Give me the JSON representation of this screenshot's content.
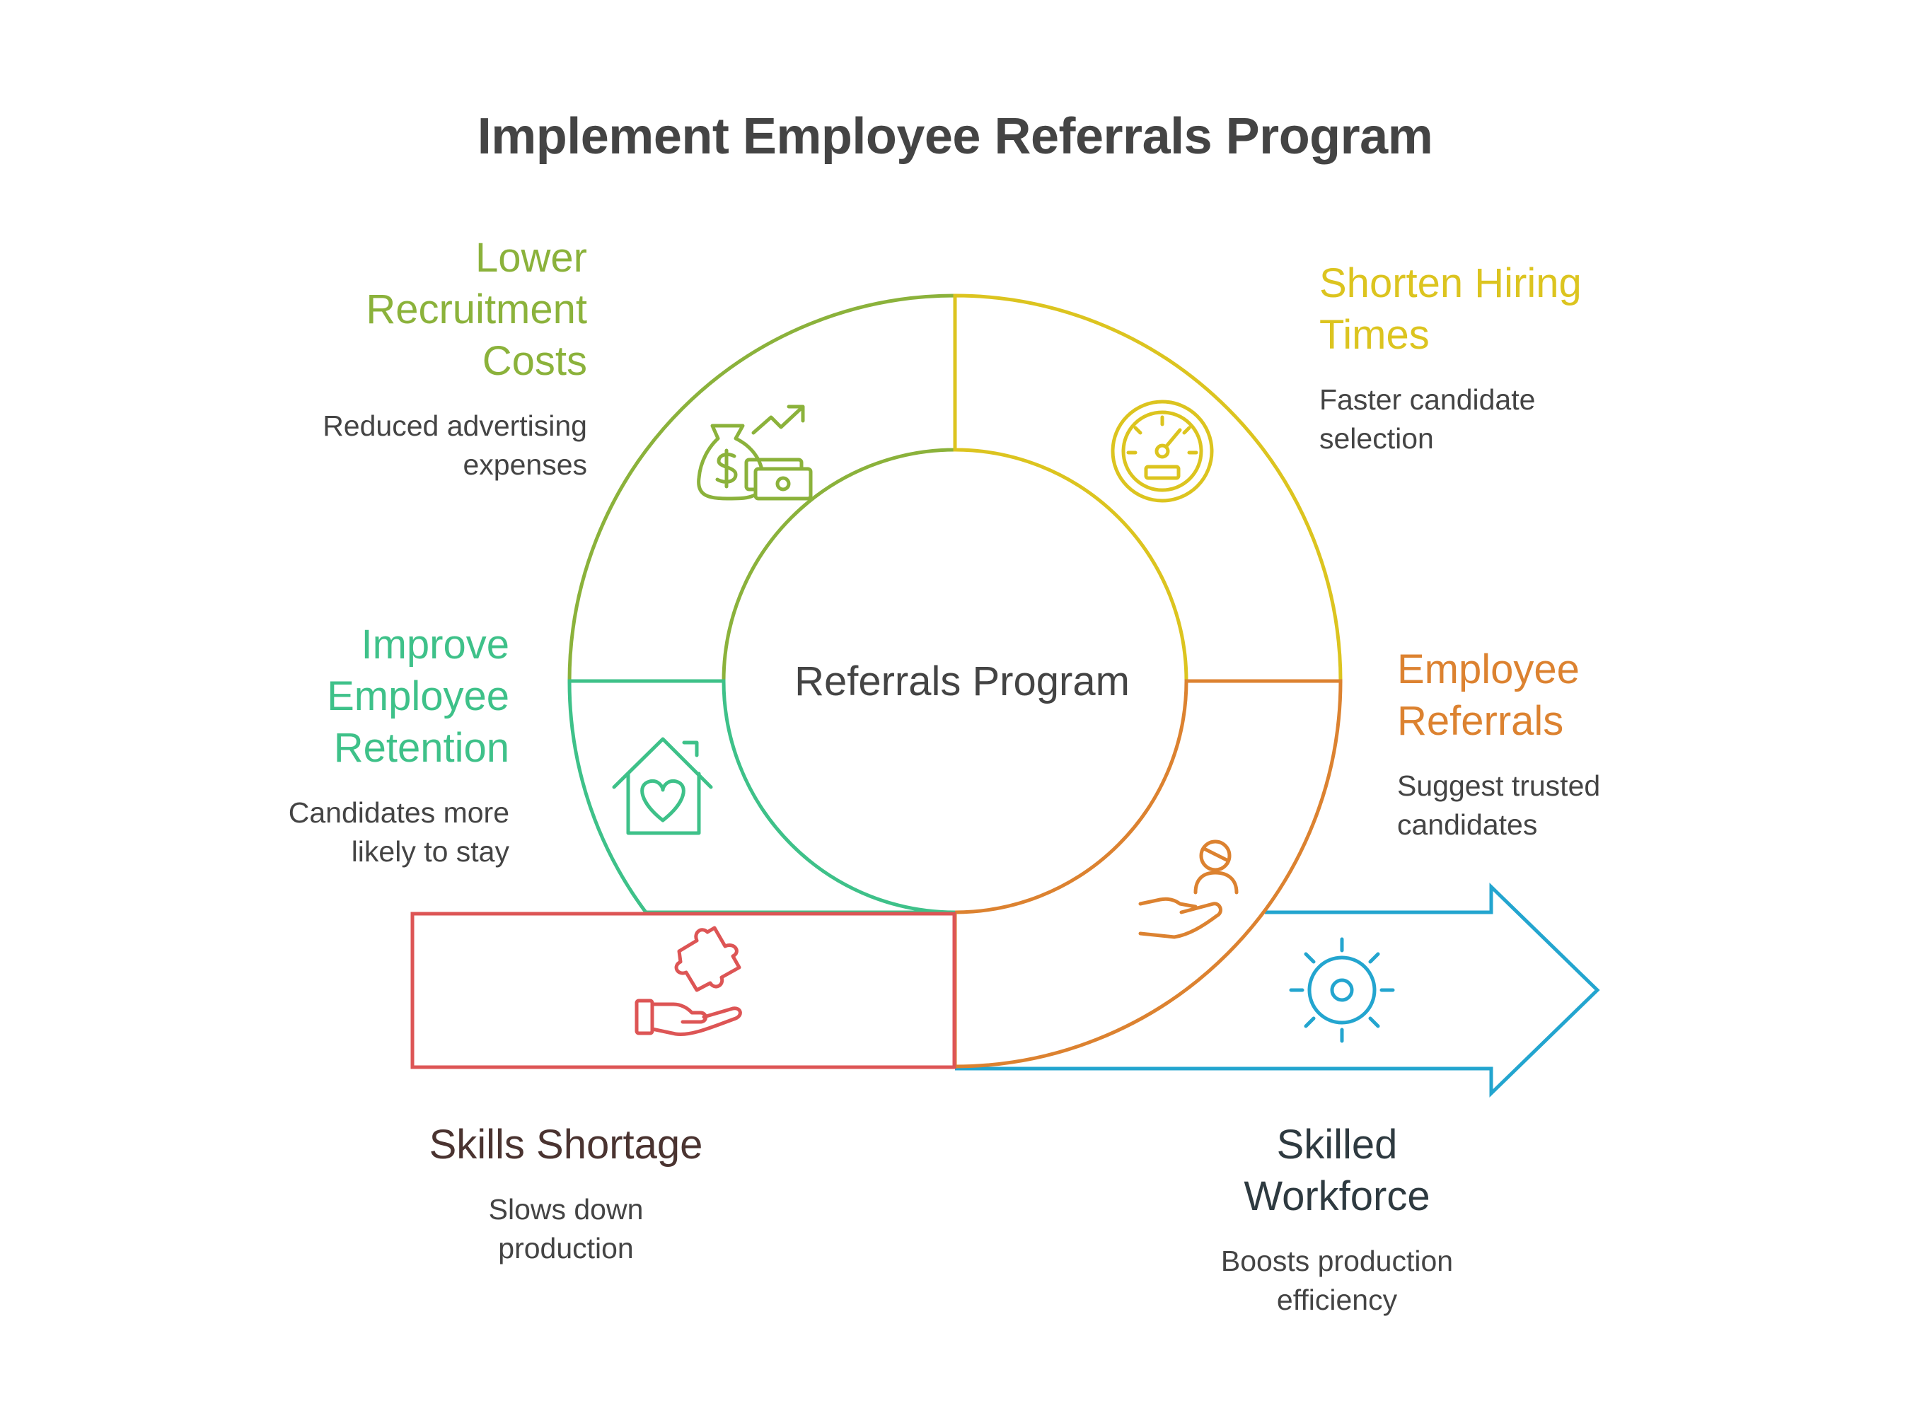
{
  "title": "Implement Employee Referrals Program",
  "center_label": "Referrals Program",
  "colors": {
    "title": "#444444",
    "center_text": "#444444",
    "description": "#444444",
    "lower_costs": "#8bb23b",
    "shorten_hiring": "#dcc41f",
    "employee_referrals": "#dc8230",
    "improve_retention": "#3ec189",
    "skills_shortage": "#dd5555",
    "skills_shortage_text": "#4a3330",
    "skilled_workforce": "#23a5cf",
    "skilled_workforce_text": "#2e3a40"
  },
  "segments": {
    "lower_costs": {
      "heading": [
        "Lower",
        "Recruitment",
        "Costs"
      ],
      "description": [
        "Reduced advertising",
        "expenses"
      ],
      "icon": "money-bag-growth-icon"
    },
    "shorten_hiring": {
      "heading": [
        "Shorten Hiring",
        "Times"
      ],
      "description": [
        "Faster candidate",
        "selection"
      ],
      "icon": "speedometer-icon"
    },
    "employee_referrals": {
      "heading": [
        "Employee",
        "Referrals"
      ],
      "description": [
        "Suggest trusted",
        "candidates"
      ],
      "icon": "hand-offering-person-icon"
    },
    "improve_retention": {
      "heading": [
        "Improve",
        "Employee",
        "Retention"
      ],
      "description": [
        "Candidates more",
        "likely to stay"
      ],
      "icon": "house-heart-icon"
    },
    "skills_shortage": {
      "heading": [
        "Skills Shortage"
      ],
      "description": [
        "Slows down",
        "production"
      ],
      "icon": "hand-puzzle-icon"
    },
    "skilled_workforce": {
      "heading": [
        "Skilled",
        "Workforce"
      ],
      "description": [
        "Boosts production",
        "efficiency"
      ],
      "icon": "gear-sun-icon"
    }
  }
}
